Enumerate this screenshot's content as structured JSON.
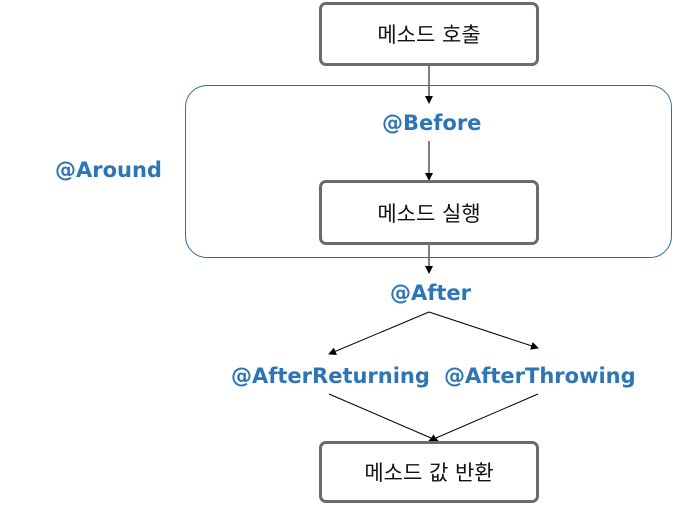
{
  "boxes": {
    "method_call": "메소드 호출",
    "method_exec": "메소드 실행",
    "method_return": "메소드 값 반환"
  },
  "advice": {
    "around": "@Around",
    "before": "@Before",
    "after": "@After",
    "after_returning": "@AfterReturning",
    "after_throwing": "@AfterThrowing"
  },
  "colors": {
    "advice_text": "#2e75b6",
    "box_border": "#6b6b6b",
    "region_border": "#2e6da4",
    "arrow": "#000000"
  }
}
